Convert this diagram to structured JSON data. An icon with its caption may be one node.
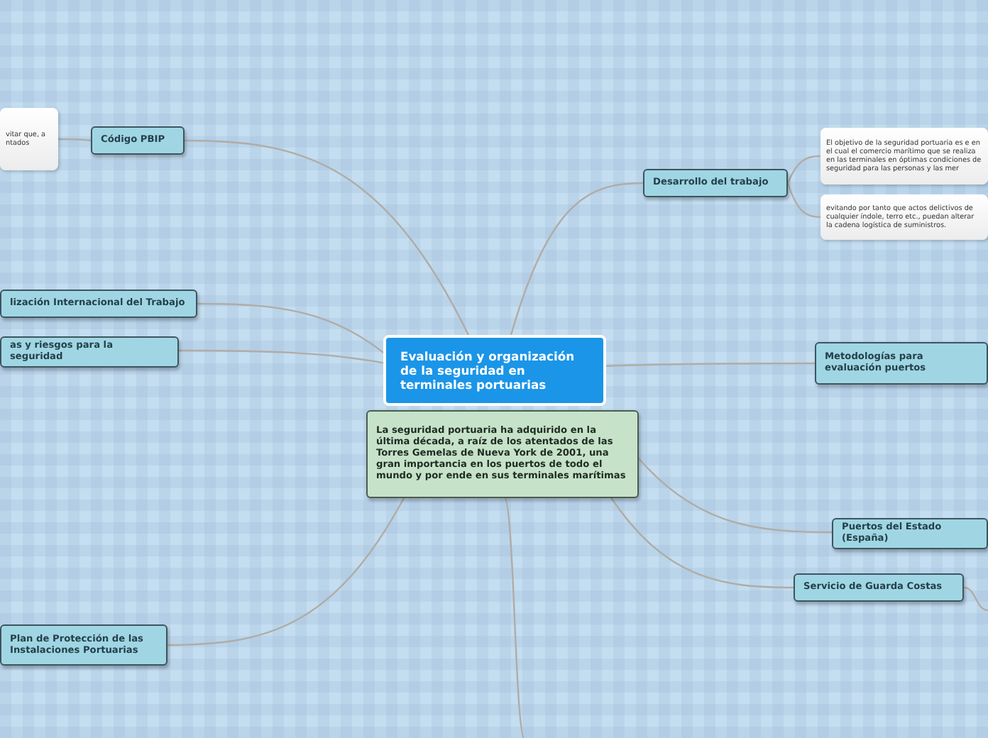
{
  "diagram": {
    "nodes": [
      {
        "text": [
          "Evaluación y organización de la seguridad en terminales portuarias"
        ]
      },
      {
        "text": [
          "La seguridad portuaria ha adquirido en la última década, a raíz de los atentados de las Torres Gemelas de Nueva York de 2001, una gran importancia en los puertos de todo el mundo y por ende en sus terminales marítimas"
        ]
      },
      {
        "text": [
          "Código PBIP"
        ]
      },
      {
        "text": [
          "vitar que, a ntados"
        ]
      },
      {
        "text": [
          "Desarrollo del trabajo"
        ]
      },
      {
        "text": [
          "El objetivo de la seguridad portuaria es e en el cual el comercio marítimo que se realiza en las terminales en óptimas condiciones de seguridad para las personas y las mer"
        ]
      },
      {
        "text": [
          "evitando por tanto que actos delictivos de cualquier índole, terro etc., puedan alterar la cadena logística de suministros."
        ]
      },
      {
        "text": [
          "lización Internacional del Trabajo"
        ]
      },
      {
        "text": [
          "as y riesgos para la seguridad"
        ]
      },
      {
        "text": [
          "Metodologías para evaluación puertos"
        ]
      },
      {
        "text": [
          "Puertos del Estado (España)"
        ]
      },
      {
        "text": [
          "Servicio de Guarda Costas"
        ]
      },
      {
        "text": [
          "Plan de Protección de las Instalaciones Portuarias"
        ]
      }
    ],
    "edges": [
      {
        "from": 0,
        "to": 2,
        "arrow": "none"
      },
      {
        "from": 0,
        "to": 4,
        "arrow": "none"
      },
      {
        "from": 0,
        "to": 7,
        "arrow": "none"
      },
      {
        "from": 0,
        "to": 8,
        "arrow": "none"
      },
      {
        "from": 0,
        "to": 9,
        "arrow": "none"
      },
      {
        "from": 1,
        "to": 10,
        "arrow": "none"
      },
      {
        "from": 1,
        "to": 11,
        "arrow": "none"
      },
      {
        "from": 1,
        "to": 12,
        "arrow": "none"
      },
      {
        "from": 1,
        "to": null,
        "arrow": "none"
      },
      {
        "from": 2,
        "to": 3,
        "arrow": "none"
      },
      {
        "from": 4,
        "to": 5,
        "arrow": "none"
      },
      {
        "from": 4,
        "to": 6,
        "arrow": "none"
      },
      {
        "from": 11,
        "to": null,
        "arrow": "none"
      }
    ]
  }
}
